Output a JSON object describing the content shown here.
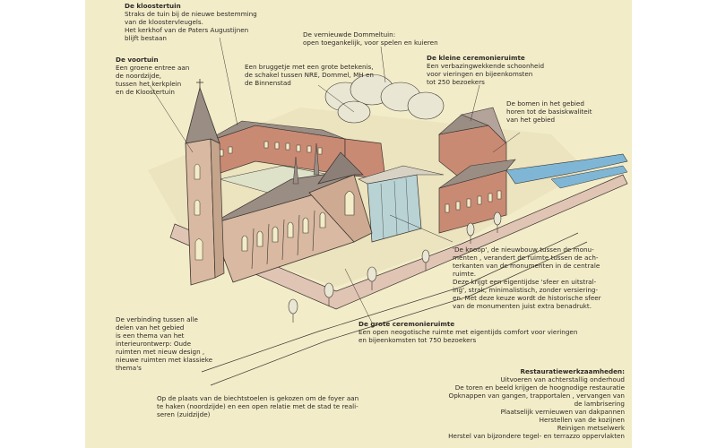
{
  "annotations": {
    "kloostertuin": {
      "heading": "De kloostertuin",
      "lines": [
        "Straks de tuin bij de nieuwe bestemming",
        "van de kloostervleugels.",
        "Het kerkhof van de Paters Augustijnen",
        "blijft bestaan"
      ]
    },
    "voortuin": {
      "heading": "De voortuin",
      "lines": [
        "Een groene entree aan",
        "de noordzijde,",
        "tussen het kerkplein",
        "en de Kloostertuin"
      ]
    },
    "bruggetje": {
      "heading": "",
      "lines": [
        "Een bruggetje met een grote betekenis,",
        "de schakel tussen NRE, Dommel, MH en",
        "de Binnenstad"
      ]
    },
    "dommeltuin": {
      "heading": "",
      "lines": [
        "De vernieuwde Dommeltuin:",
        "open toegankelijk, voor spelen en kuieren"
      ]
    },
    "kleine_ceremonieruimte": {
      "heading": "De kleine ceremonieruimte",
      "lines": [
        "Een verbazingwekkende schoonheid",
        "voor vieringen en bijeenkomsten",
        "tot 250 bezoekers"
      ]
    },
    "bomen": {
      "heading": "",
      "lines": [
        "De bomen in het gebied",
        "horen tot de basiskwaliteit",
        "van het gebied"
      ]
    },
    "knoop": {
      "heading": "",
      "lines": [
        "'De knoop', de nieuwbouw tussen de monu-",
        "menten , verandert de ruimte tussen de ach-",
        "terkanten van de monumenten in de centrale",
        "ruimte.",
        "Deze krijgt een eigentijdse 'sfeer en uitstral-",
        "ing', strak, minimalistisch, zonder versiering-",
        "en. Met deze keuze wordt de historische sfeer",
        "van de monumenten juist extra benadrukt."
      ]
    },
    "verbinding": {
      "heading": "",
      "lines": [
        "De verbinding tussen alle",
        "delen van het gebied",
        "is een thema van het",
        "interieurontwerp: Oude",
        "ruimten met nieuw design ,",
        "nieuwe ruimten met klassieke",
        "thema's"
      ]
    },
    "grote_ceremonieruimte": {
      "heading": "De grote ceremonieruimte",
      "lines": [
        "Een open neogotische ruimte met eigentijds comfort voor vieringen",
        "en bijeenkomsten tot 750 bezoekers"
      ]
    },
    "biechtstoelen": {
      "heading": "",
      "lines": [
        "Op de plaats van de biechtstoelen is gekozen om de foyer aan",
        "te haken (noordzijde) en een open relatie met de stad te reali-",
        "seren (zuidzijde)"
      ]
    },
    "restauratie": {
      "heading": "Restauratiewerkzaamheden:",
      "lines": [
        "Uitvoeren van achterstallig onderhoud",
        "De toren en beeld krijgen de hoognodige restauratie",
        "Opknappen van gangen, trapportalen , vervangen van",
        "de lambrisering",
        "Plaatselijk vernieuwen van dakpannen",
        "Herstellen van de kozijnen",
        "Reinigen metselwerk",
        "Herstel van bijzondere tegel- en terrazzo oppervlakten"
      ]
    }
  },
  "colors": {
    "background": "#f3ecc9",
    "brick": "#c98a73",
    "roof": "#9a8d84",
    "church_wall": "#d9b9a1",
    "street": "#e0c4b4",
    "water": "#7fb6d6",
    "glass": "#b9d3d5",
    "line": "#3a3530"
  }
}
